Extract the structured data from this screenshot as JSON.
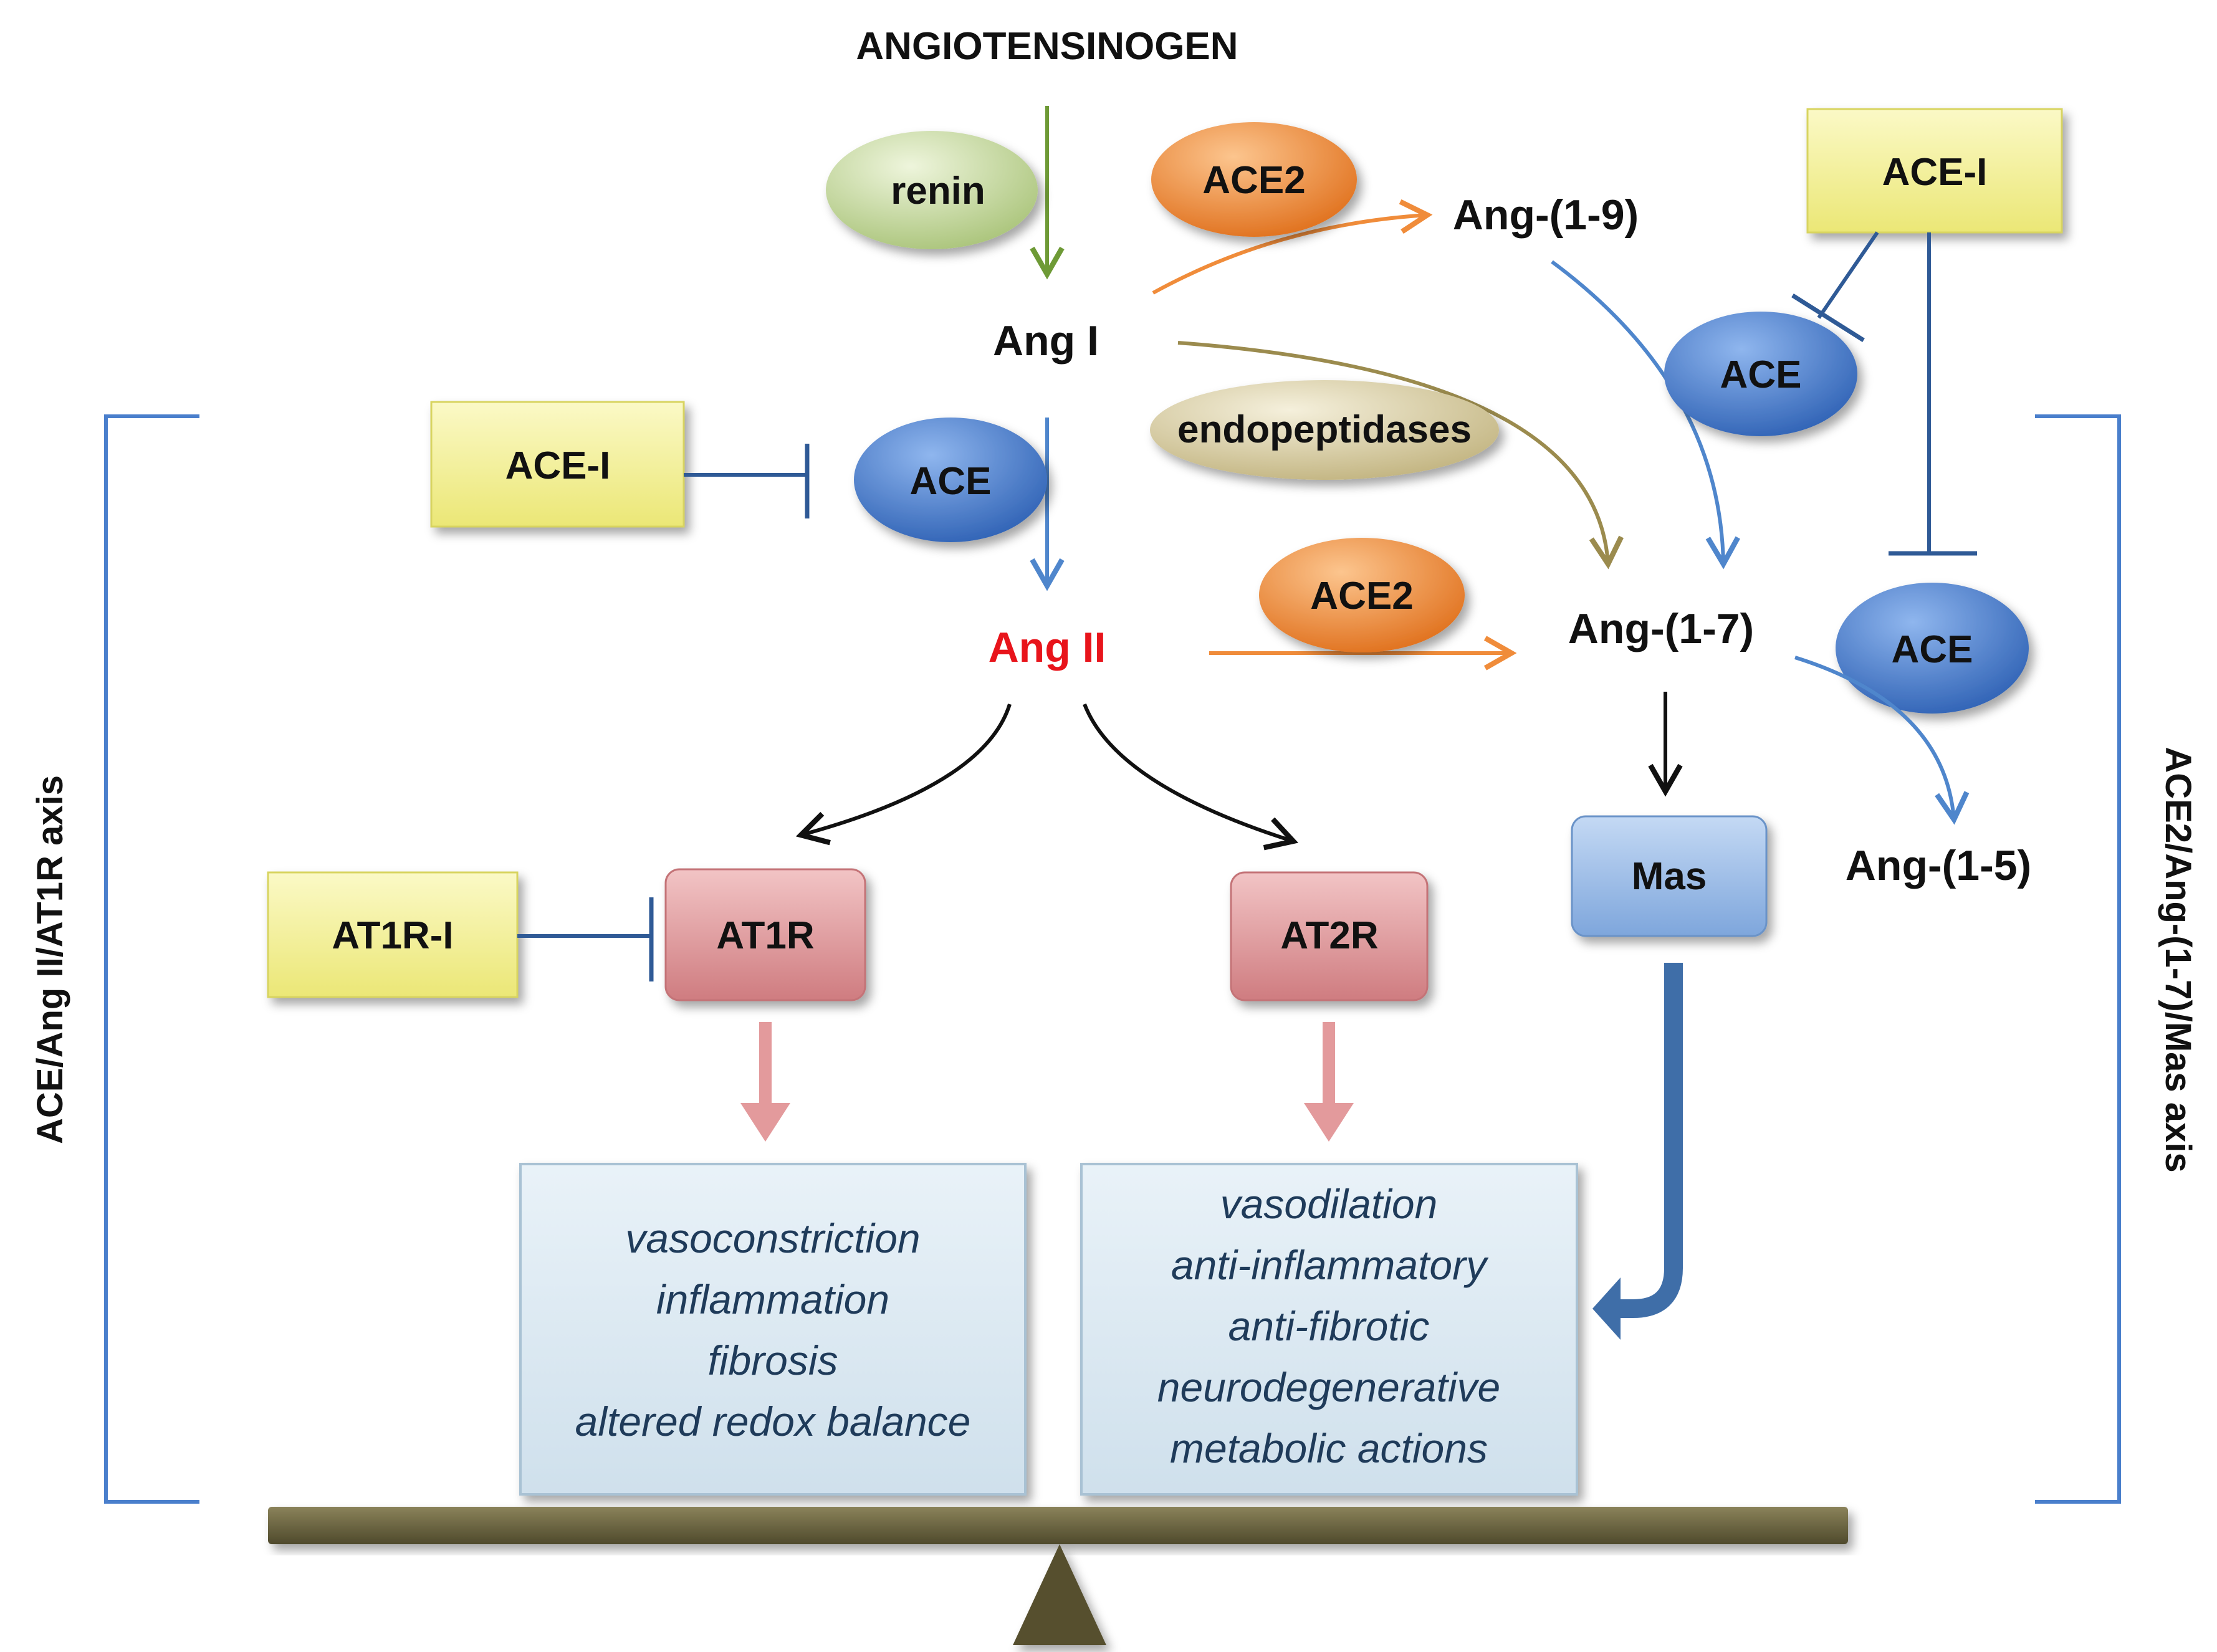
{
  "diagram": {
    "angiotensinogen": "ANGIOTENSINOGEN",
    "renin": "renin",
    "ang_i": "Ang I",
    "ang_ii": "Ang II",
    "ang_1_9": "Ang-(1-9)",
    "ang_1_7": "Ang-(1-7)",
    "ang_1_5": "Ang-(1-5)",
    "ace2_top": "ACE2",
    "ace2_mid": "ACE2",
    "ace_left": "ACE",
    "ace_right_top": "ACE",
    "ace_right_bottom": "ACE",
    "endopeptidases": "endopeptidases",
    "ace_i_left": "ACE-I",
    "ace_i_right": "ACE-I",
    "at1r_i": "AT1R-I",
    "at1r": "AT1R",
    "at2r": "AT2R",
    "mas": "Mas",
    "left_axis": "ACE/Ang II/AT1R axis",
    "right_axis": "ACE2/Ang-(1-7)/Mas axis",
    "at1r_effects": [
      "vasoconstriction",
      "inflammation",
      "fibrosis",
      "altered redox balance"
    ],
    "at2r_effects": [
      "vasodilation",
      "anti-inflammatory",
      "anti-fibrotic",
      "neurodegenerative",
      "metabolic actions"
    ]
  },
  "colors": {
    "renin": "#c9dba3",
    "ace": "#4a7fcc",
    "ace2": "#f08c36",
    "endopeptidases": "#ddd3ae",
    "inhibitor": "#f3f08e",
    "receptor": "#e2989b",
    "mas": "#8fb4e3",
    "effect_box": "#d8e8f3",
    "ang_ii_text": "#e8141b",
    "balance": "#6b6440"
  }
}
